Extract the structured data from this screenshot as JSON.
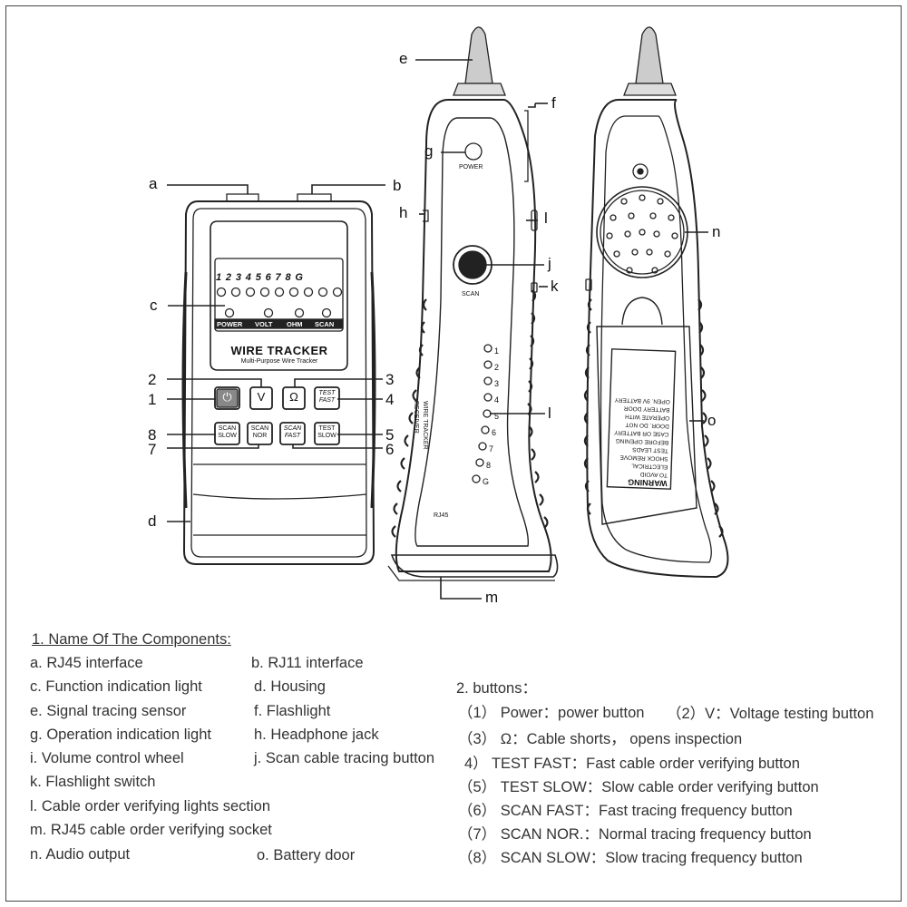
{
  "device": {
    "title": "WIRE TRACKER",
    "subtitle": "Multi-Purpose Wire Tracker",
    "digits": [
      "1",
      "2",
      "3",
      "4",
      "5",
      "6",
      "7",
      "8",
      "G"
    ],
    "indicators": [
      "POWER",
      "VOLT",
      "OHM",
      "SCAN"
    ],
    "buttons": {
      "power": "⏻",
      "v": "V",
      "ohm": "Ω",
      "test_fast": "TEST FAST",
      "scan_slow": "SCAN SLOW",
      "scan_nor": "SCAN NOR",
      "scan_fast": "SCAN FAST",
      "test_slow": "TEST SLOW"
    },
    "button_numbers": [
      "1",
      "2",
      "3",
      "4",
      "5",
      "6",
      "7",
      "8"
    ]
  },
  "receiver": {
    "power_label": "POWER",
    "scan_label": "SCAN",
    "title_line1": "WIRE TRACKER",
    "title_line2": "RECEIVER",
    "rj45": "RJ45",
    "lights": [
      "1",
      "2",
      "3",
      "4",
      "5",
      "6",
      "7",
      "8",
      "G"
    ]
  },
  "back": {
    "warning_title": "WARNING",
    "warning_text": "TO AVOID ELECTRICAL SHOCK REMOVE TEST LEADS BEFORE OPENING CASE OR BATTERY DOOR. DO NOT OPERATE WITH BATTERY DOOR OPEN. 9V BATTERY"
  },
  "callouts": {
    "a": "a",
    "b": "b",
    "c": "c",
    "d": "d",
    "e": "e",
    "f": "f",
    "g": "g",
    "h": "h",
    "i": "l",
    "j": "j",
    "k": "k",
    "l": "l",
    "m": "m",
    "n": "n",
    "o": "o"
  },
  "components": {
    "title": "1. Name Of The Components:",
    "left": [
      "a. RJ45 interface",
      "c. Function indication light",
      "e. Signal tracing sensor",
      "g. Operation indication light",
      "i. Volume control wheel",
      "k. Flashlight switch",
      "l. Cable order verifying lights section",
      "m. RJ45 cable order verifying socket",
      "n. Audio output"
    ],
    "right": [
      "b. RJ11 interface",
      "d. Housing",
      "f. Flashlight",
      "h. Headphone jack",
      "j. Scan  cable tracing button",
      "o. Battery door"
    ]
  },
  "buttons_section": {
    "title": "2. buttons：",
    "items": [
      "（1） Power：power button",
      "（2）V：Voltage testing button",
      "（3） Ω：Cable shorts， opens inspection",
      "4） TEST FAST：Fast cable order verifying button",
      "（5） TEST SLOW：Slow cable order verifying button",
      "（6） SCAN FAST：Fast tracing frequency button",
      "（7） SCAN NOR.：Normal tracing frequency button",
      "（8） SCAN SLOW：Slow tracing frequency button"
    ]
  }
}
